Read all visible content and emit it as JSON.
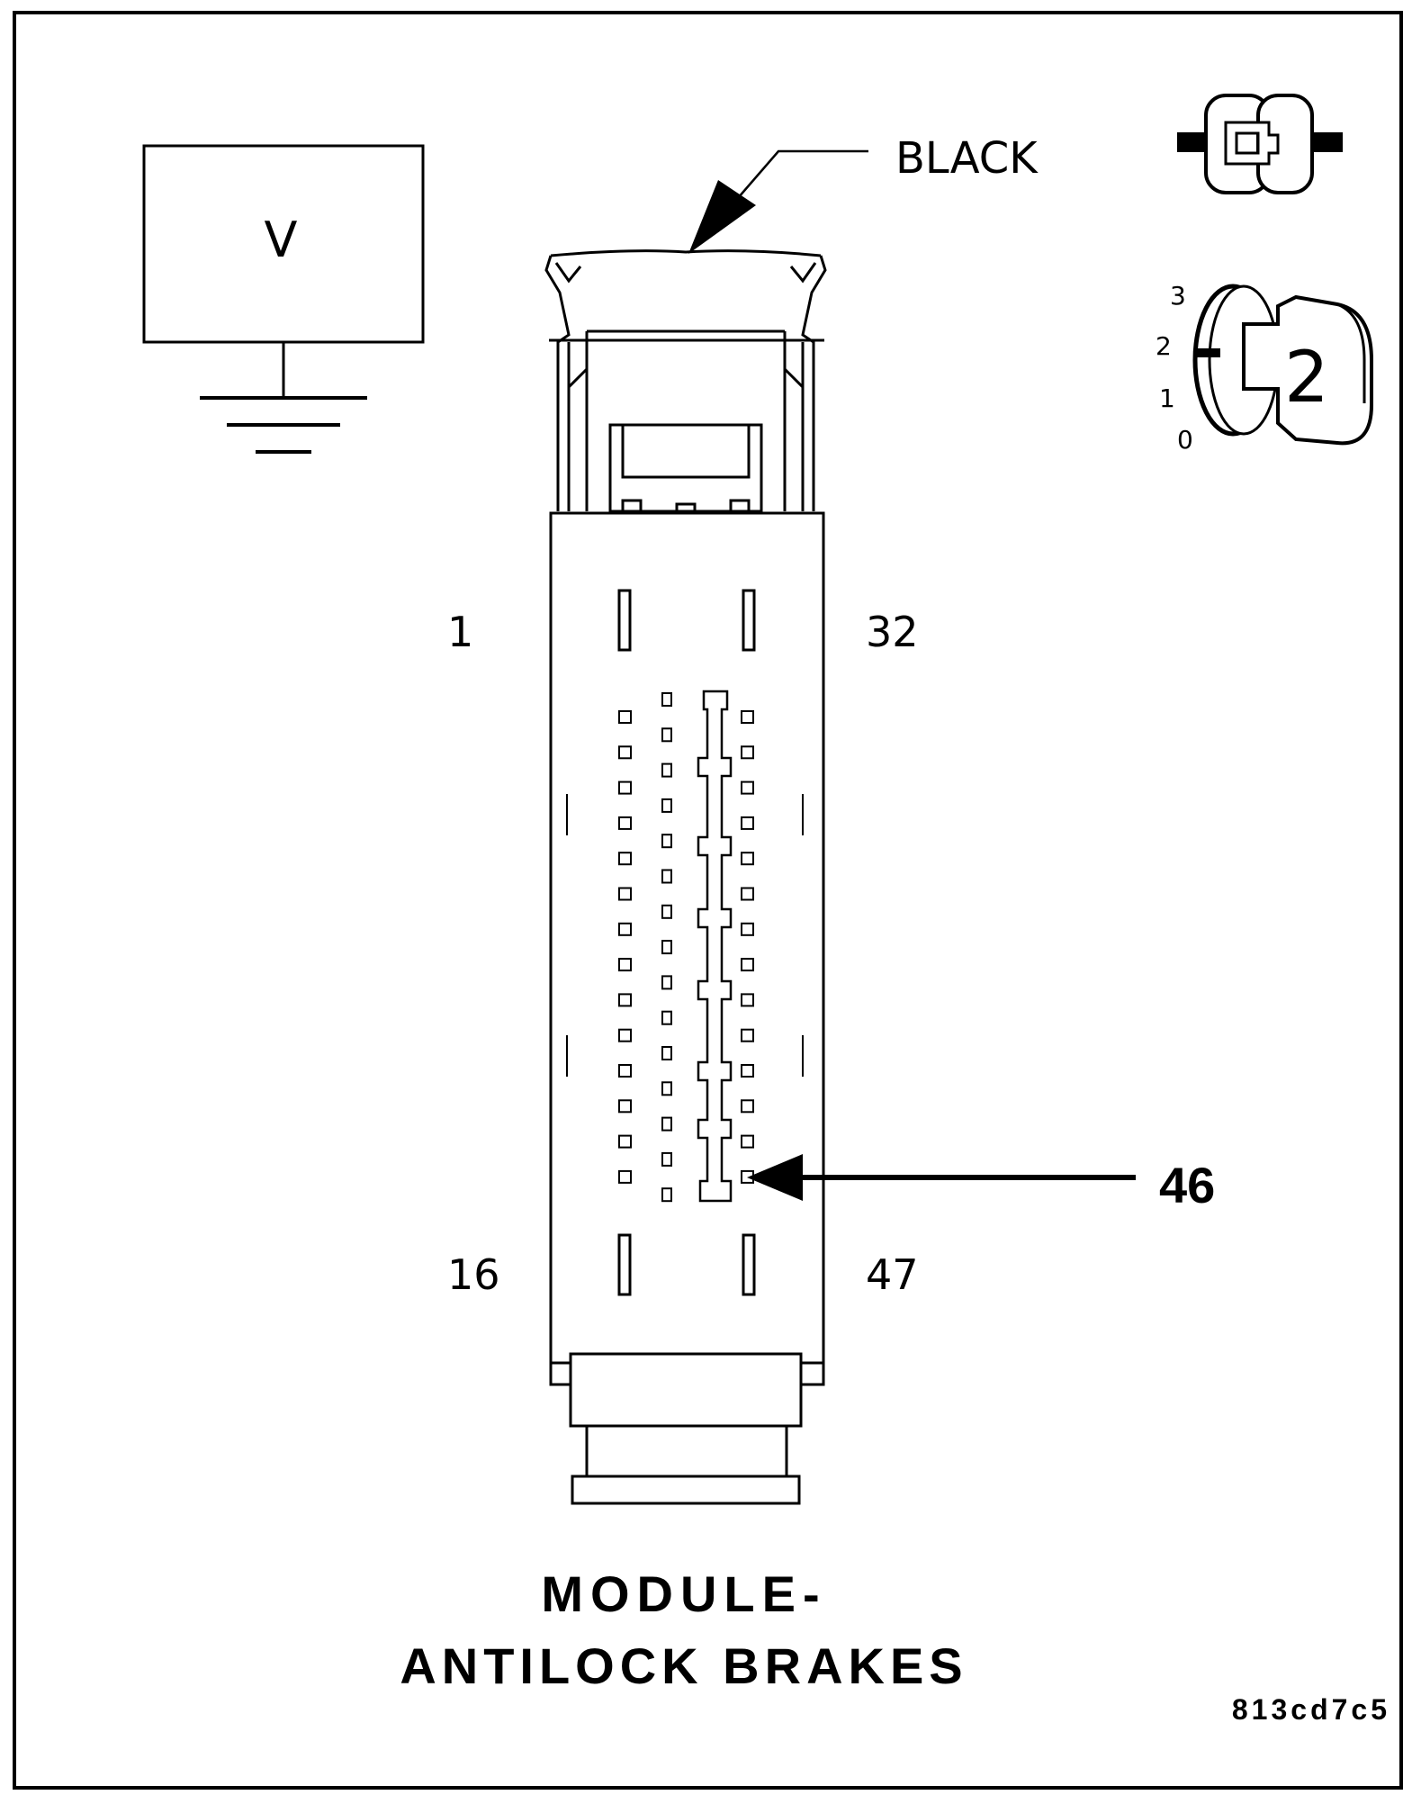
{
  "meter": {
    "symbol": "V"
  },
  "connector": {
    "color_label": "BLACK",
    "pin_labels": {
      "top_left": "1",
      "top_right": "32",
      "bottom_left": "16",
      "bottom_right": "47"
    },
    "callout_pin": "46"
  },
  "ignition": {
    "positions": [
      "3",
      "2",
      "1",
      "0"
    ],
    "selected": "2"
  },
  "caption": {
    "line1": "MODULE-",
    "line2": "ANTILOCK BRAKES"
  },
  "figure_id": "813cd7c5"
}
